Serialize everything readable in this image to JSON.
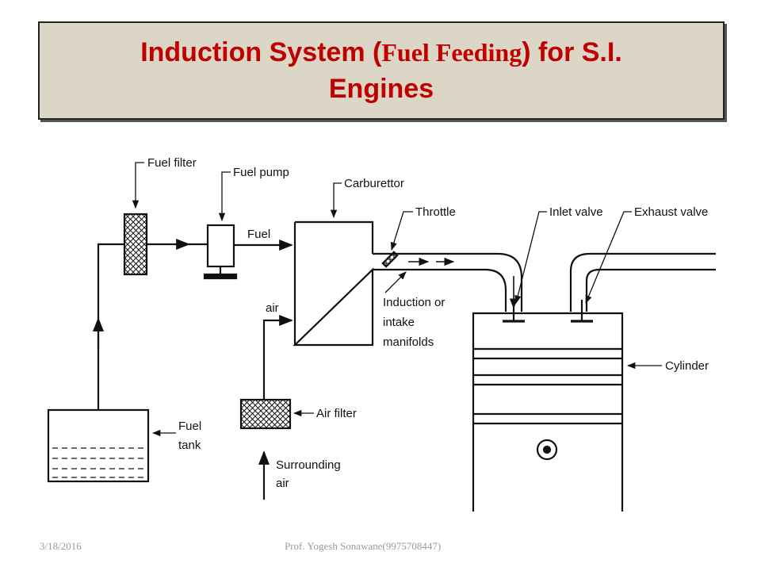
{
  "title": {
    "part1": "Induction System (",
    "part2": "Fuel Feeding",
    "part3": ") for S.I.",
    "line2": "Engines"
  },
  "labels": {
    "fuel_filter": "Fuel filter",
    "fuel_pump": "Fuel pump",
    "carburettor": "Carburettor",
    "throttle": "Throttle",
    "inlet_valve": "Inlet valve",
    "exhaust_valve": "Exhaust valve",
    "fuel": "Fuel",
    "air": "air",
    "induction_line1": "Induction or",
    "induction_line2": "intake",
    "induction_line3": "manifolds",
    "cylinder": "Cylinder",
    "fuel_tank_line1": "Fuel",
    "fuel_tank_line2": "tank",
    "air_filter": "Air filter",
    "surrounding_line1": "Surrounding",
    "surrounding_line2": "air"
  },
  "footer": {
    "date": "3/18/2016",
    "author": "Prof. Yogesh Sonawane(9975708447)"
  }
}
